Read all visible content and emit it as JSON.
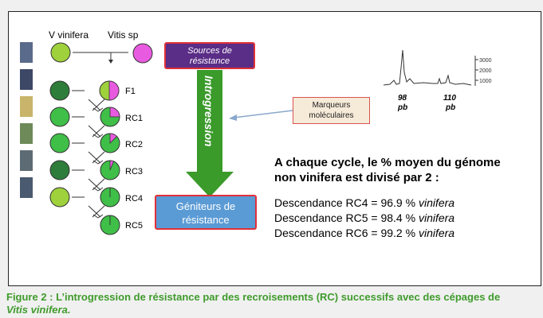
{
  "columns": {
    "left": "V vinifera",
    "right": "Vitis sp"
  },
  "generations": [
    "F1",
    "RC1",
    "RC2",
    "RC3",
    "RC4",
    "RC5"
  ],
  "sources_box": {
    "line1": "Sources de",
    "line2": "résistance"
  },
  "introgression_label": "Introgression",
  "geniteurs_box": {
    "line1": "Géniteurs de",
    "line2": "résistance"
  },
  "marqueurs_box": {
    "line1": "Marqueurs",
    "line2": "moléculaires"
  },
  "peaks": {
    "label1": "98",
    "unit1": "pb",
    "label2": "110",
    "unit2": "pb"
  },
  "scale_ticks": [
    "3000",
    "2000",
    "1000"
  ],
  "main_text": {
    "line1": "A chaque cycle, le % moyen du génome",
    "line2": "non vinifera est divisé par 2 :"
  },
  "descendances": [
    {
      "label": "Descendance RC4 = 96.9 %",
      "term": "vinifera"
    },
    {
      "label": "Descendance RC5 = 98.4 %",
      "term": "vinifera"
    },
    {
      "label": "Descendance RC6 = 99.2 %",
      "term": "vinifera"
    }
  ],
  "caption": {
    "line1": "Figure 2 : L’introgression de résistance par des recroisements (RC) successifs avec des cépages de",
    "line2": "Vitis vinifera."
  },
  "colors": {
    "dark_green": "#2e7d3a",
    "mid_green": "#3fbf48",
    "light_green": "#9ed13c",
    "magenta": "#e85ae0",
    "purple_box": "#5a2d86",
    "blue_box": "#5b9bd5",
    "arrow_green": "#3a9a2a",
    "caption_green": "#3f9b2c"
  }
}
